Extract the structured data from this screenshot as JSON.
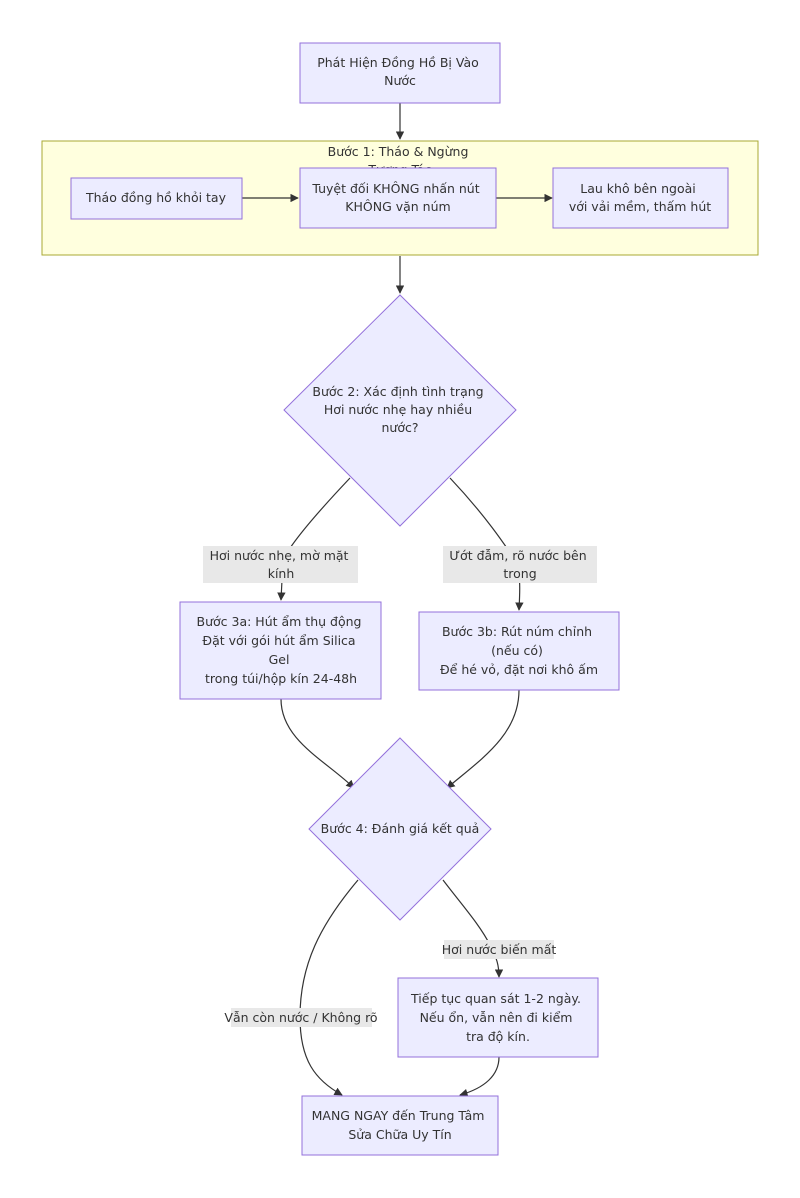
{
  "colors": {
    "node_fill": "#ECECFF",
    "node_stroke": "#9370DB",
    "cluster_fill": "#FFFFDE",
    "cluster_stroke": "#AAAA33",
    "edge_stroke": "#333333",
    "edge_label_bg": "#E8E8E8",
    "text": "#333333"
  },
  "cluster": {
    "title_lines": [
      "Bước 1: Tháo & Ngừng",
      "Tương Tác"
    ]
  },
  "nodes": {
    "start": {
      "lines": [
        "Phát Hiện Đồng Hồ Bị Vào",
        "Nước"
      ]
    },
    "remove": {
      "lines": [
        "Tháo đồng hồ khỏi tay"
      ]
    },
    "no_press": {
      "lines": [
        "Tuyệt đối KHÔNG nhấn nút",
        "KHÔNG vặn núm"
      ]
    },
    "wipe": {
      "lines": [
        "Lau khô bên ngoài",
        "với vải mềm, thấm hút"
      ]
    },
    "assess": {
      "lines": [
        "Bước 2: Xác định tình trạng",
        "Hơi nước nhẹ hay nhiều",
        "nước?"
      ]
    },
    "step3a": {
      "lines": [
        "Bước 3a: Hút ẩm thụ động",
        "Đặt với gói hút ẩm Silica",
        "Gel",
        "trong túi/hộp kín 24-48h"
      ]
    },
    "step3b": {
      "lines": [
        "Bước 3b: Rút núm chỉnh",
        "(nếu có)",
        "Để hé vỏ, đặt nơi khô ấm"
      ]
    },
    "evaluate": {
      "lines": [
        "Bước 4: Đánh giá kết quả"
      ]
    },
    "observe": {
      "lines": [
        "Tiếp tục quan sát 1-2 ngày.",
        "Nếu ổn, vẫn nên đi kiểm",
        "tra độ kín."
      ]
    },
    "service": {
      "lines": [
        "MANG NGAY đến Trung Tâm",
        "Sửa Chữa Uy Tín"
      ]
    }
  },
  "edge_labels": {
    "light": {
      "lines": [
        "Hơi nước nhẹ, mờ mặt",
        "kính"
      ]
    },
    "heavy": {
      "lines": [
        "Ướt đẫm, rõ nước bên",
        "trong"
      ]
    },
    "gone": {
      "lines": [
        "Hơi nước biến mất"
      ]
    },
    "still": {
      "lines": [
        "Vẫn còn nước / Không rõ"
      ]
    }
  }
}
